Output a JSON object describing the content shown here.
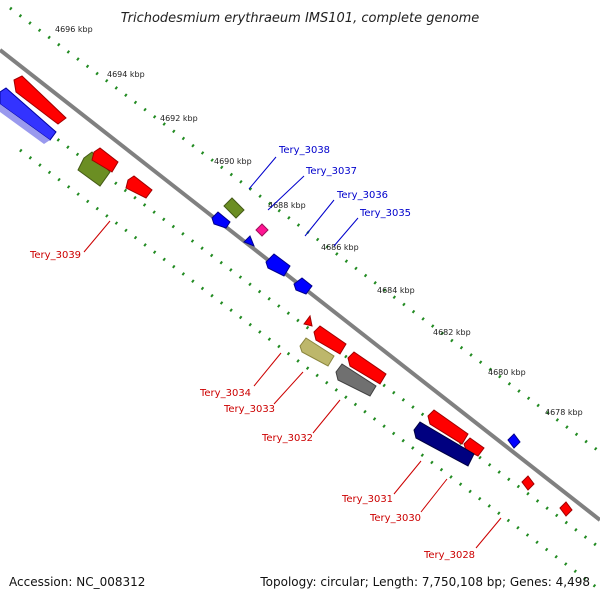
{
  "title": "Trichodesmium erythraeum IMS101, complete genome",
  "footer": {
    "accession": "Accession: NC_008312",
    "topology": "Topology: circular; Length: 7,750,108 bp; Genes: 4,498"
  },
  "ruler_labels": [
    "4696 kbp",
    "4694 kbp",
    "4692 kbp",
    "4690 kbp",
    "4688 kbp",
    "4686 kbp",
    "4684 kbp",
    "4682 kbp",
    "4680 kbp",
    "4678 kbp"
  ],
  "gene_labels_forward": [
    "Tery_3038",
    "Tery_3037",
    "Tery_3036",
    "Tery_3035"
  ],
  "gene_labels_reverse": [
    "Tery_3039",
    "Tery_3034",
    "Tery_3033",
    "Tery_3032",
    "Tery_3031",
    "Tery_3030",
    "Tery_3028"
  ],
  "colors": {
    "red": "#ff0000",
    "blue": "#0000ff",
    "navy": "#000080",
    "olive": "#6b8e23",
    "khaki": "#bdb76b",
    "gray": "#707070",
    "pink": "#ff1493",
    "backbone": "#808080",
    "dots": "#228b22"
  }
}
